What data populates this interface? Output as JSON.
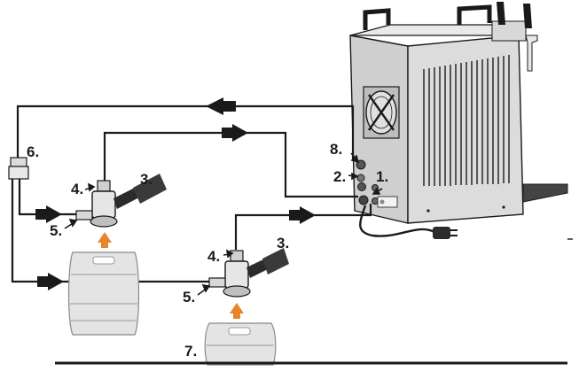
{
  "caption_fragment": "",
  "labels": {
    "l1": "1.",
    "l2": "2.",
    "l3a": "3.",
    "l3b": "3.",
    "l4a": "4.",
    "l4b": "4.",
    "l5a": "5.",
    "l5b": "5.",
    "l6": "6.",
    "l7": "7.",
    "l8": "8."
  },
  "colors": {
    "line": "#1a1a1a",
    "cooler_body": "#d9d9d9",
    "cooler_dark": "#8f8f8f",
    "keg": "#e4e4e4",
    "arrow_gas": "#e8842c",
    "handle": "#3a3a3a"
  },
  "icons": [
    "fan-icon",
    "keg-icon",
    "tap-coupler-icon",
    "gas-arrow-icon",
    "flow-arrow-icon",
    "power-plug-icon"
  ]
}
